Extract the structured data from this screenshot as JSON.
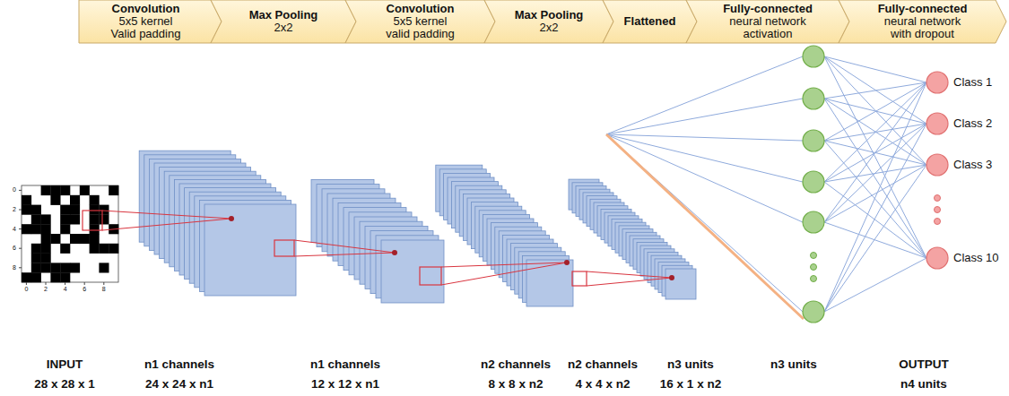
{
  "diagram": {
    "nodes": [
      {
        "text": [
          "Convolution",
          "5x5 kernel Valid padding"
        ]
      },
      {
        "text": [
          "Max Pooling",
          "2x2"
        ]
      },
      {
        "text": [
          "Convolution",
          "5x5 kernel valid padding"
        ]
      },
      {
        "text": [
          "Max Pooling",
          "2x2"
        ]
      },
      {
        "text": [
          "Flattened"
        ]
      },
      {
        "text": [
          "Fully-connected",
          "neural network activation"
        ]
      },
      {
        "text": [
          "Fully-connected",
          "neural network with dropout"
        ]
      },
      {
        "text": [
          "Class 1"
        ]
      },
      {
        "text": [
          "Class 2"
        ]
      },
      {
        "text": [
          "Class 3"
        ]
      },
      {
        "text": [
          "Class 10"
        ]
      }
    ],
    "labels": [
      "0",
      "2",
      "4",
      "6",
      "8",
      "0",
      "2",
      "4",
      "6",
      "8",
      "INPUT",
      "28 x 28 x 1",
      "n1 channels",
      "24 x 24 x n1",
      "n1 channels",
      "12 x 12 x n1",
      "n2 channels",
      "8 x 8 x n2",
      "n2 channels",
      "4 x 4 x n2",
      "n3 units",
      "16 x 1 x n2",
      "n3 units",
      "OUTPUT",
      "n4 units"
    ]
  }
}
